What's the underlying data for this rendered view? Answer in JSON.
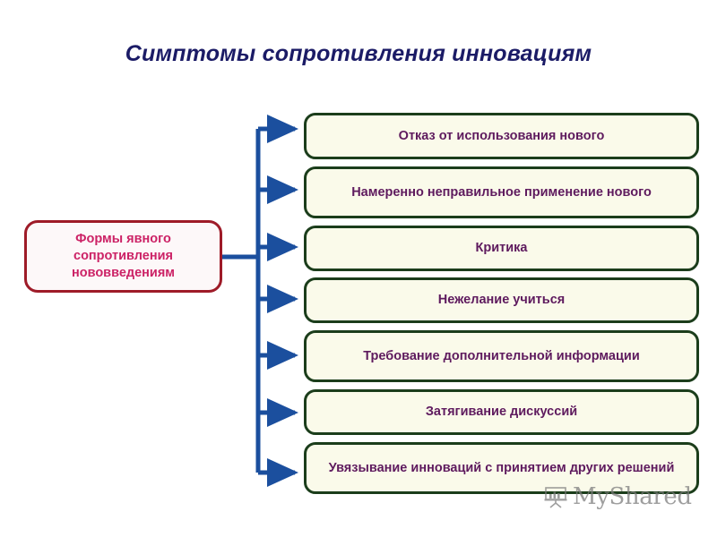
{
  "slide": {
    "title": "Симптомы сопротивления инновациям",
    "title_color": "#1b1b66",
    "background_color": "#ffffff"
  },
  "source": {
    "label": "Формы явного сопротивления нововведениям",
    "border_color": "#9e1b28",
    "fill_color": "#fdf8f9",
    "text_color": "#cc2266"
  },
  "connector": {
    "color": "#1b4f9e",
    "style": "elbow-arrows"
  },
  "items": {
    "border_color": "#1b3d1b",
    "fill_color": "#fafaea",
    "text_color": "#5e1a5e",
    "list": [
      {
        "label": "Отказ от использования нового"
      },
      {
        "label": "Намеренно неправильное применение нового"
      },
      {
        "label": "Критика"
      },
      {
        "label": "Нежелание учиться"
      },
      {
        "label": "Требование дополнительной информации"
      },
      {
        "label": "Затягивание дискуссий"
      },
      {
        "label": "Увязывание инноваций с принятием других решений"
      }
    ]
  },
  "watermark": {
    "text": "MyShared",
    "icon": "presentation-chart-icon",
    "color": "#7a7a7a"
  }
}
